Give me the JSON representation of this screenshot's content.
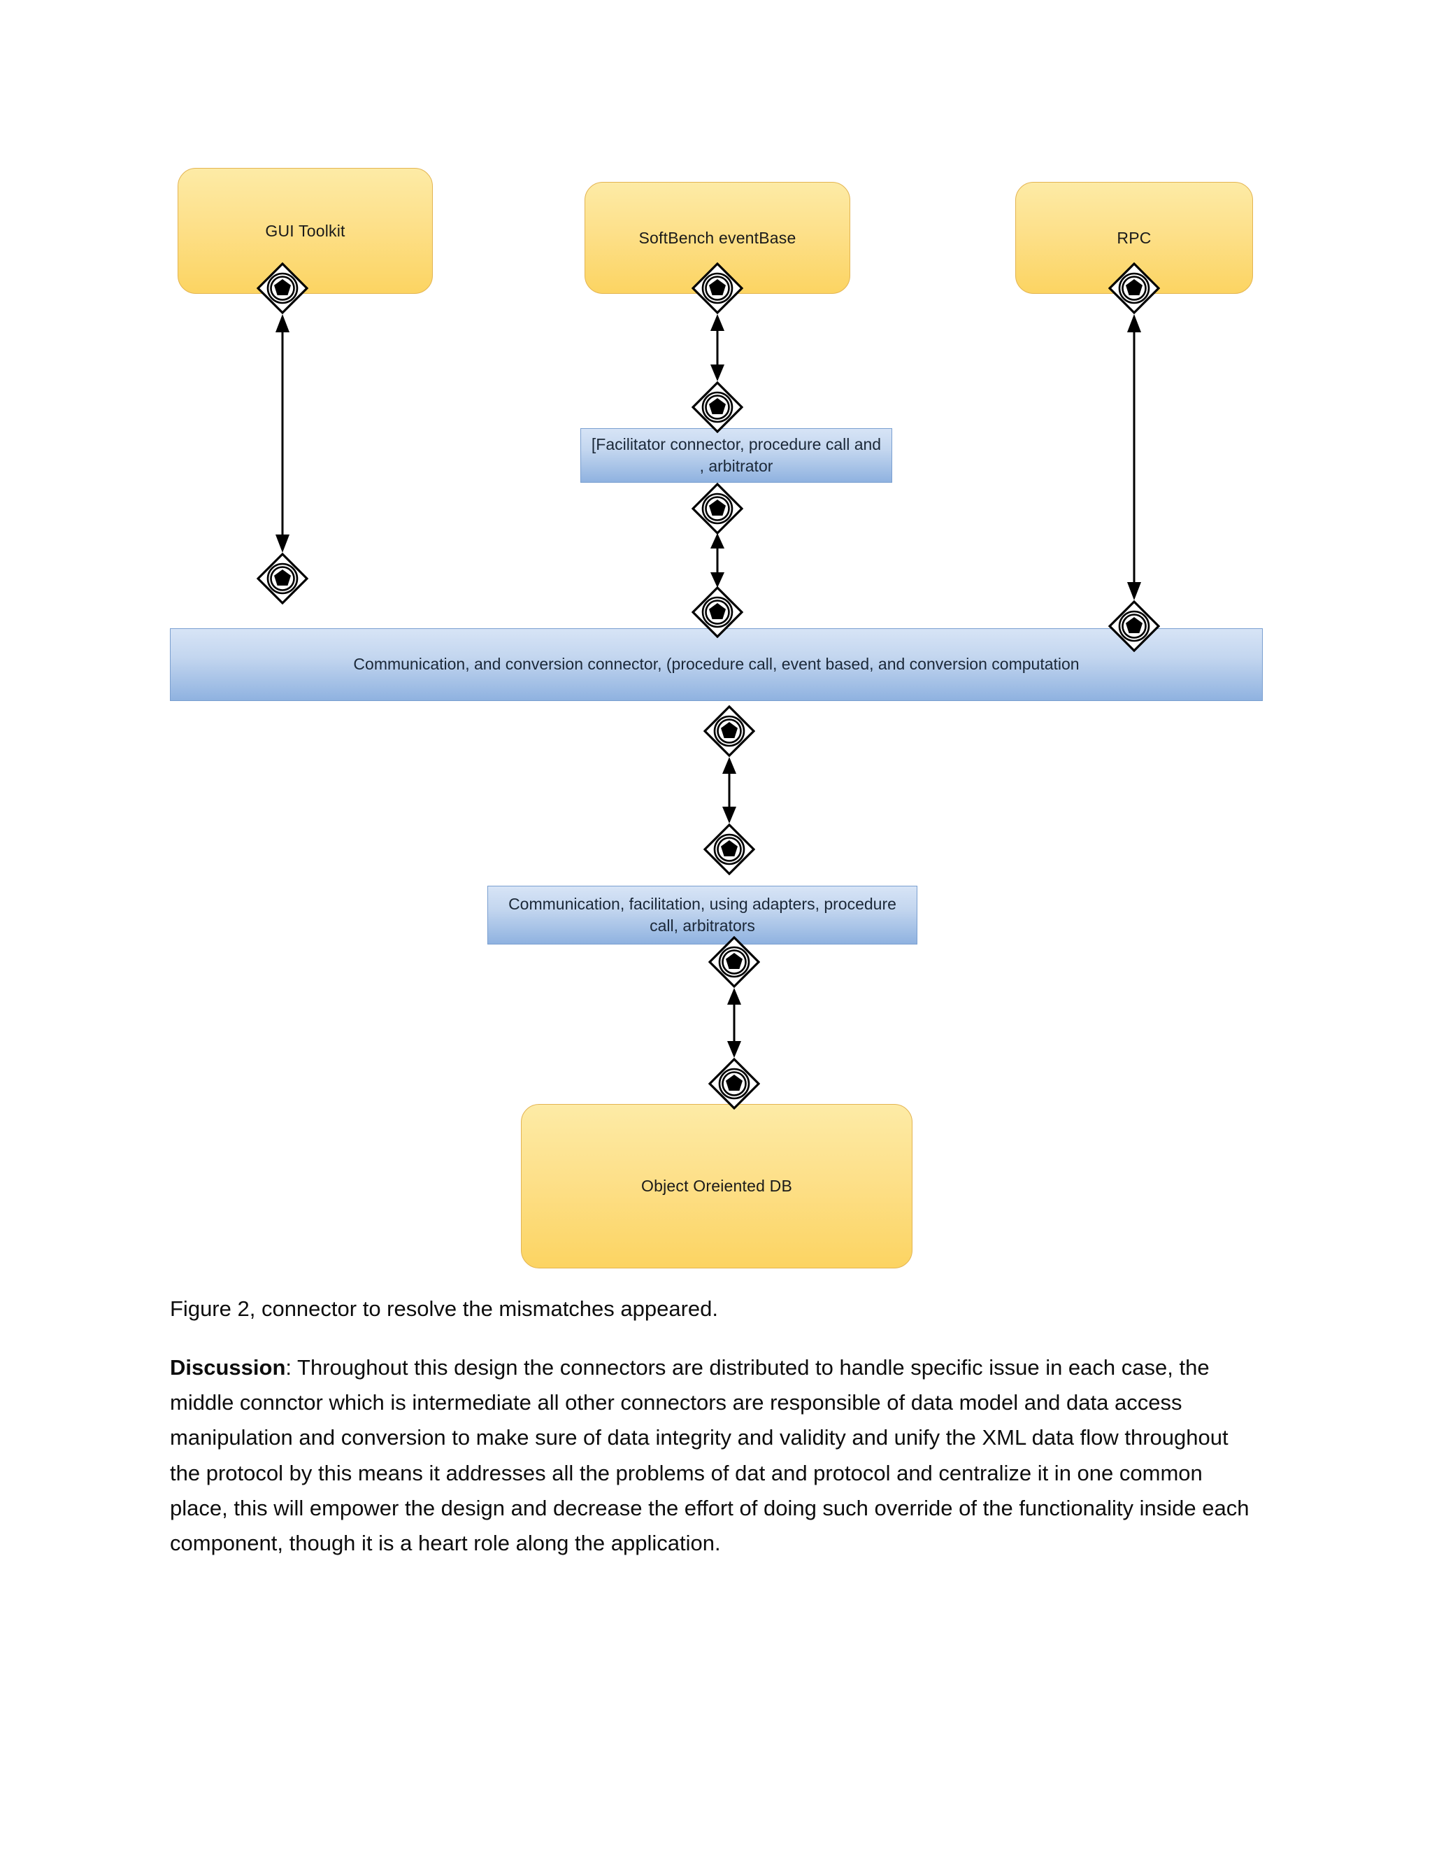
{
  "diagram": {
    "title": "Figure 2 connector diagram",
    "components": [
      {
        "id": "gui-toolkit",
        "label": "GUI Toolkit"
      },
      {
        "id": "softbench",
        "label": "SoftBench eventBase"
      },
      {
        "id": "rpc",
        "label": "RPC"
      },
      {
        "id": "object-db",
        "label": "Object Oreiented DB"
      }
    ],
    "connectors": [
      {
        "id": "facilitator-connector",
        "label": "[Facilitator connector, procedure call and , arbitrator"
      },
      {
        "id": "communication-conversion-connector",
        "label": "Communication, and conversion connector, (procedure call, event based, and conversion computation"
      },
      {
        "id": "communication-facilitation-connector",
        "label": "Communication, facilitation, using adapters, procedure call, arbitrators"
      }
    ],
    "icon_name": "connector-port-icon",
    "arrow_name": "bidirectional-arrow",
    "colors": {
      "component_fill": "#fcd462",
      "component_border": "#e3b451",
      "connector_fill": "#8fb2e0",
      "connector_border": "#7a9fd0",
      "text": "#1a1a1a"
    }
  },
  "body": {
    "caption": "Figure 2, connector to resolve the mismatches appeared.",
    "discussion_label": "Discussion",
    "discussion_text": ": Throughout this design the connectors are distributed to handle specific issue in each case, the middle connctor which is intermediate all other connectors are responsible of data model and data access manipulation and conversion to make sure of data integrity and validity and unify the XML data flow throughout the protocol by this means it addresses all the problems of dat and protocol and centralize it in one common place, this will empower the design and decrease the effort of doing such override of the functionality inside each component, though it is a heart role along the application."
  }
}
